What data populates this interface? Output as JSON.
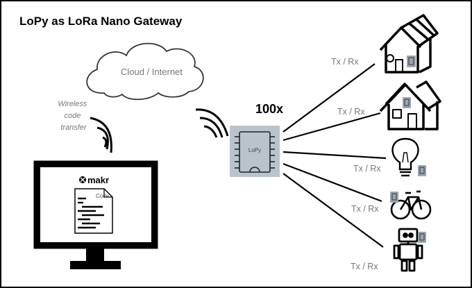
{
  "title": "LoPy as LoRa Nano Gateway",
  "cloud_label": "Cloud / Internet",
  "wireless": [
    "Wireless",
    "code",
    "transfer"
  ],
  "multiplier": "100x",
  "chip_label": "LoPy",
  "makr_brand": "makr",
  "code_label": "Code",
  "links": [
    {
      "label": "Tx / Rx",
      "target": "barn-house"
    },
    {
      "label": "Tx / Rx",
      "target": "house"
    },
    {
      "label": "Tx / Rx",
      "target": "light-bulb"
    },
    {
      "label": "Tx / Rx",
      "target": "bicycle"
    },
    {
      "label": "Tx / Rx",
      "target": "robot"
    }
  ],
  "colors": {
    "chip_bg": "#b9c3cc",
    "label_gray": "#777777",
    "device_tag": "#9aa5b1"
  }
}
